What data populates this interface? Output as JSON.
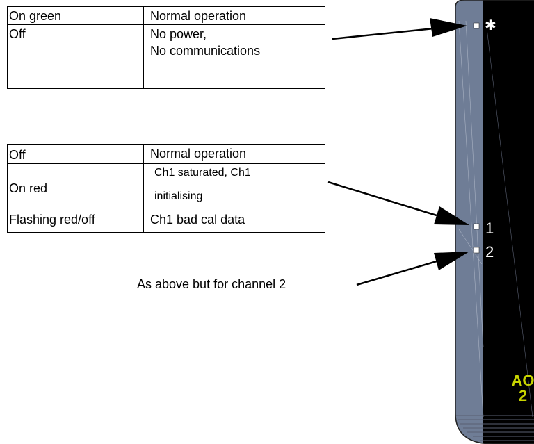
{
  "tables": {
    "power": {
      "rows": [
        {
          "state": "On green",
          "meaning_lines": [
            "Normal operation"
          ]
        },
        {
          "state": "Off",
          "meaning_lines": [
            "No power,",
            "No communications"
          ]
        }
      ]
    },
    "channel": {
      "rows": [
        {
          "state": "Off",
          "meaning_lines": [
            "Normal operation"
          ]
        },
        {
          "state": "On red",
          "meaning_lines": [
            "Ch1 saturated, Ch1",
            "initialising"
          ]
        },
        {
          "state": "Flashing red/off",
          "meaning_lines": [
            "Ch1 bad cal data"
          ]
        }
      ]
    }
  },
  "annotation": "As above but for channel 2",
  "panel": {
    "led_labels": [
      "✱",
      "1",
      "2"
    ],
    "module_label_lines": [
      "AO",
      "2"
    ],
    "colors": {
      "face": "#000000",
      "edge": "#6f7d96",
      "label": "#c8d400",
      "led": "#ffffff"
    }
  }
}
